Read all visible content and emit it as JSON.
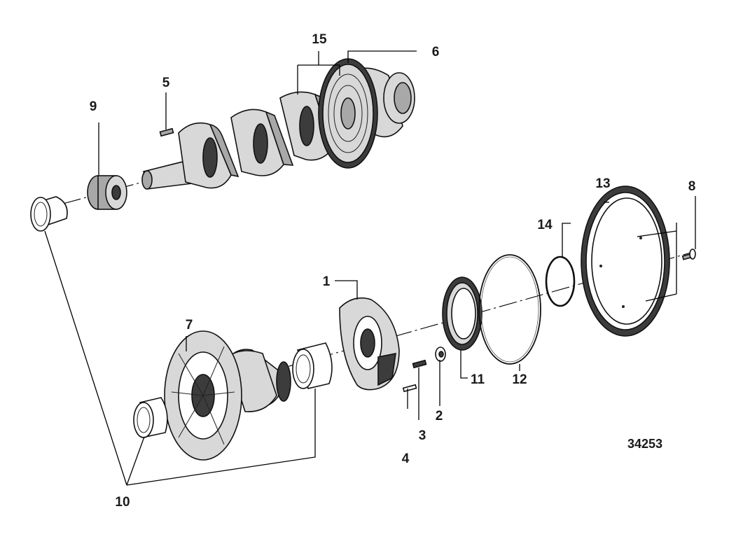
{
  "figure_id": "34253",
  "callouts": [
    {
      "id": "c1",
      "text": "1"
    },
    {
      "id": "c2",
      "text": "2"
    },
    {
      "id": "c3",
      "text": "3"
    },
    {
      "id": "c4",
      "text": "4"
    },
    {
      "id": "c5",
      "text": "5"
    },
    {
      "id": "c6",
      "text": "6"
    },
    {
      "id": "c7",
      "text": "7"
    },
    {
      "id": "c8",
      "text": "8"
    },
    {
      "id": "c9",
      "text": "9"
    },
    {
      "id": "c10",
      "text": "10"
    },
    {
      "id": "c11",
      "text": "11"
    },
    {
      "id": "c12",
      "text": "12"
    },
    {
      "id": "c13",
      "text": "13"
    },
    {
      "id": "c14",
      "text": "14"
    },
    {
      "id": "c15",
      "text": "15"
    }
  ]
}
